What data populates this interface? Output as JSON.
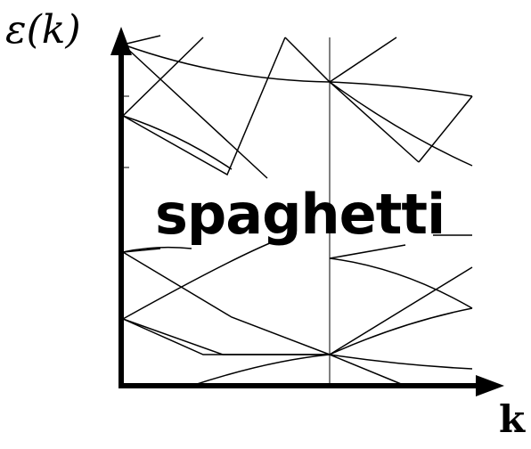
{
  "diagram": {
    "y_axis_label": "ε(k)",
    "x_axis_label": "k",
    "overlay_text": "spaghetti",
    "line_color": "#000000",
    "background_color": "#ffffff"
  }
}
